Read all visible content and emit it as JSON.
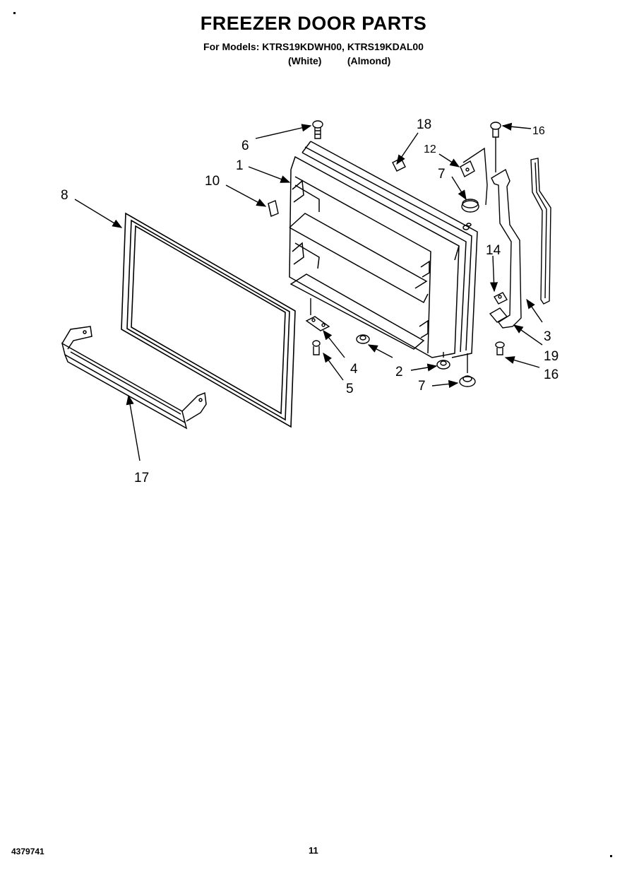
{
  "header": {
    "title": "FREEZER DOOR PARTS",
    "models_line": "For Models: KTRS19KDWH00, KTRS19KDAL00",
    "variant_white": "(White)",
    "variant_almond": "(Almond)"
  },
  "callouts": {
    "c1": "1",
    "c2": "2",
    "c3": "3",
    "c4": "4",
    "c5": "5",
    "c6": "6",
    "c7a": "7",
    "c7b": "7",
    "c8": "8",
    "c10": "10",
    "c12": "12",
    "c14": "14",
    "c16a": "16",
    "c16b": "16",
    "c17": "17",
    "c18": "18",
    "c19": "19"
  },
  "footer": {
    "doc_number": "4379741",
    "page_number": "11"
  }
}
